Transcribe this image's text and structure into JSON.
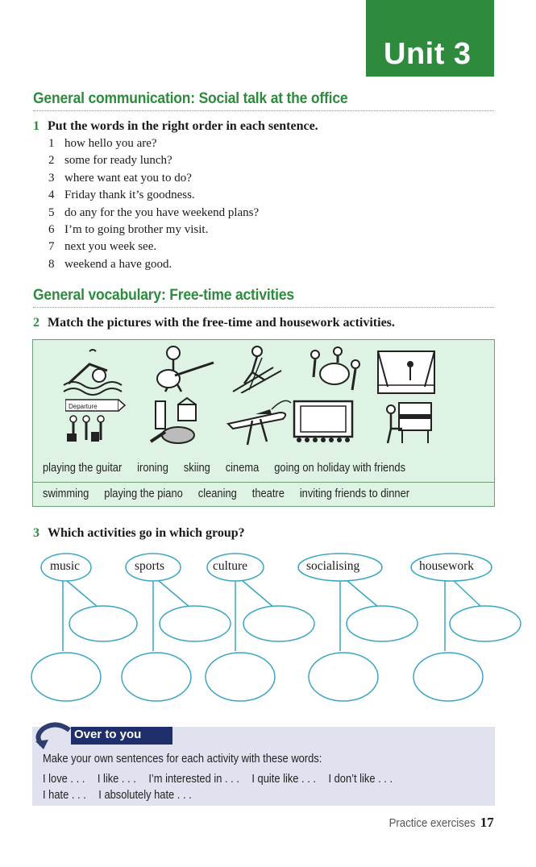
{
  "unit_label": "Unit 3",
  "section1": {
    "heading": "General communication: Social talk at the office",
    "exercise": {
      "number": "1",
      "instruction": "Put the words in the right order in each sentence."
    },
    "sentences": [
      {
        "n": "1",
        "text": "how hello you are?"
      },
      {
        "n": "2",
        "text": "some for ready lunch?"
      },
      {
        "n": "3",
        "text": "where want eat you to do?"
      },
      {
        "n": "4",
        "text": "Friday thank it’s goodness."
      },
      {
        "n": "5",
        "text": "do any for the you have weekend plans?"
      },
      {
        "n": "6",
        "text": "I’m to going brother my visit."
      },
      {
        "n": "7",
        "text": "next you week see."
      },
      {
        "n": "8",
        "text": "weekend a have good."
      }
    ]
  },
  "section2": {
    "heading": "General vocabulary: Free-time activities",
    "exercise": {
      "number": "2",
      "instruction": "Match the pictures with the free-time and housework activities."
    },
    "departure_sign": "Departure",
    "words_row1": [
      "playing the guitar",
      "ironing",
      "skiing",
      "cinema",
      "going on holiday with friends"
    ],
    "words_row2": [
      "swimming",
      "playing the piano",
      "cleaning",
      "theatre",
      "inviting friends to dinner"
    ]
  },
  "section3": {
    "exercise": {
      "number": "3",
      "instruction": "Which activities go in which group?"
    },
    "categories": [
      "music",
      "sports",
      "culture",
      "socialising",
      "housework"
    ],
    "line_color": "#3aa6c4"
  },
  "over_to_you": {
    "title": "Over to you",
    "instruction": "Make your own sentences for each activity with these words:",
    "phrases_row1": [
      "I love . . .",
      "I like . . .",
      "I’m interested in . . .",
      "I quite like . . .",
      "I don’t like . . ."
    ],
    "phrases_row2": [
      "I hate . . .",
      "I absolutely hate . . ."
    ]
  },
  "footer": {
    "label": "Practice exercises",
    "page": "17"
  },
  "colors": {
    "accent_green": "#2e8b3e",
    "box_green": "#dff3e4",
    "navy": "#1f2f6b",
    "lavender": "#e0e2ef"
  }
}
